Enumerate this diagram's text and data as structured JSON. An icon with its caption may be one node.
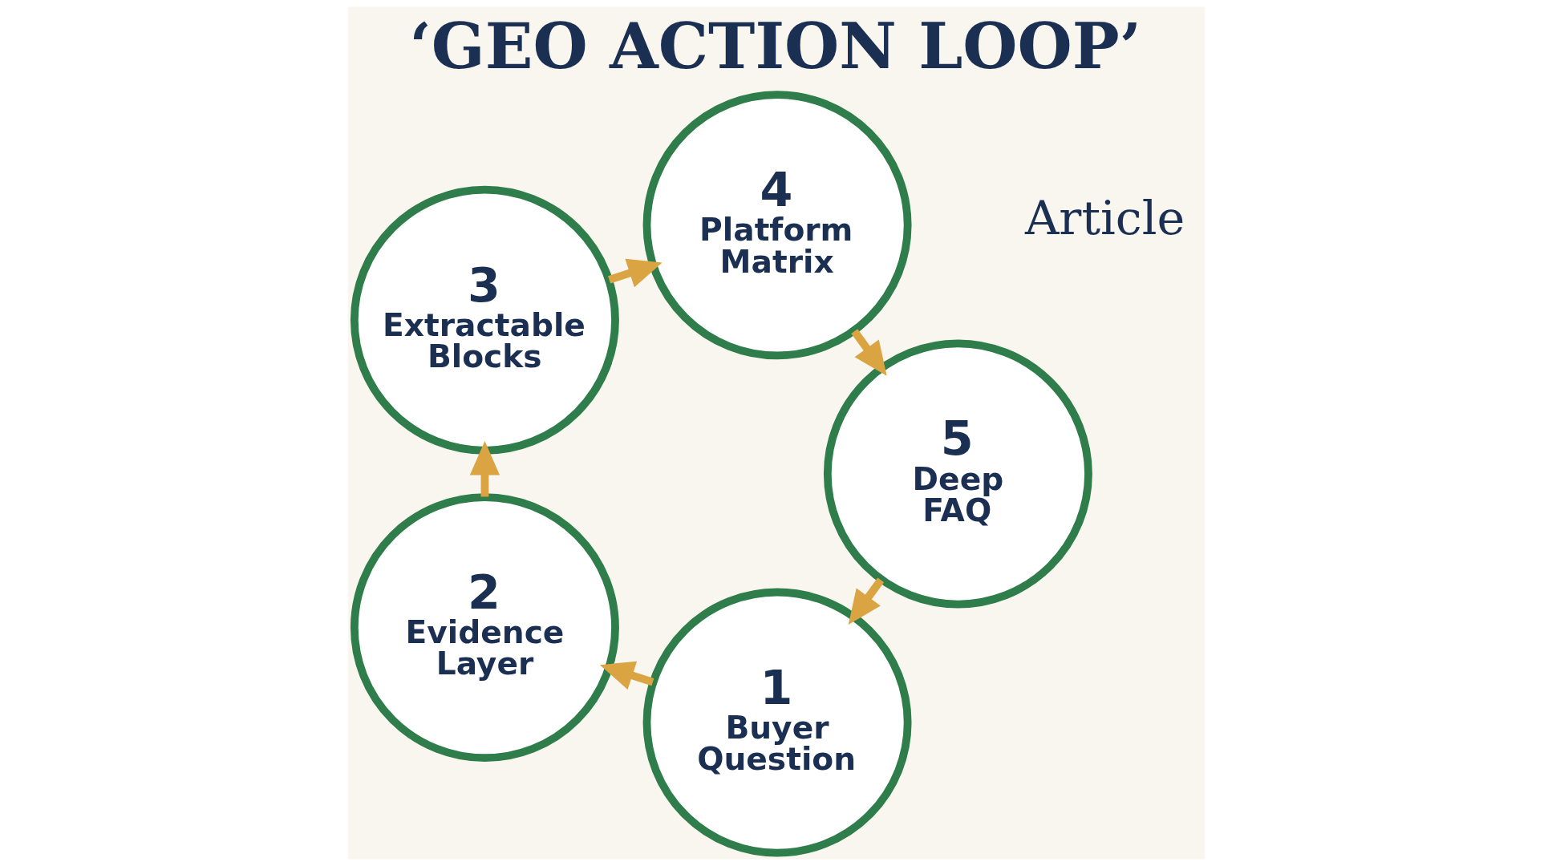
{
  "diagram": {
    "title": "‘GEO ACTION LOOP’",
    "nodes": [
      {
        "text": [
          "1",
          "Buyer Question"
        ]
      },
      {
        "text": [
          "2",
          "Evidence Layer"
        ]
      },
      {
        "text": [
          "3",
          "Extractable Blocks"
        ]
      },
      {
        "text": [
          "4",
          "Platform Matrix"
        ]
      },
      {
        "text": [
          "5",
          "Deep FAQ"
        ]
      }
    ],
    "edges": [
      {
        "from": 0,
        "to": 1,
        "arrow": "to"
      },
      {
        "from": 1,
        "to": 2,
        "arrow": "to"
      },
      {
        "from": 2,
        "to": 3,
        "arrow": "to"
      },
      {
        "from": 3,
        "to": 4,
        "arrow": "to"
      },
      {
        "from": 4,
        "to": 0,
        "arrow": "to"
      }
    ],
    "labels": [
      "Article"
    ]
  }
}
